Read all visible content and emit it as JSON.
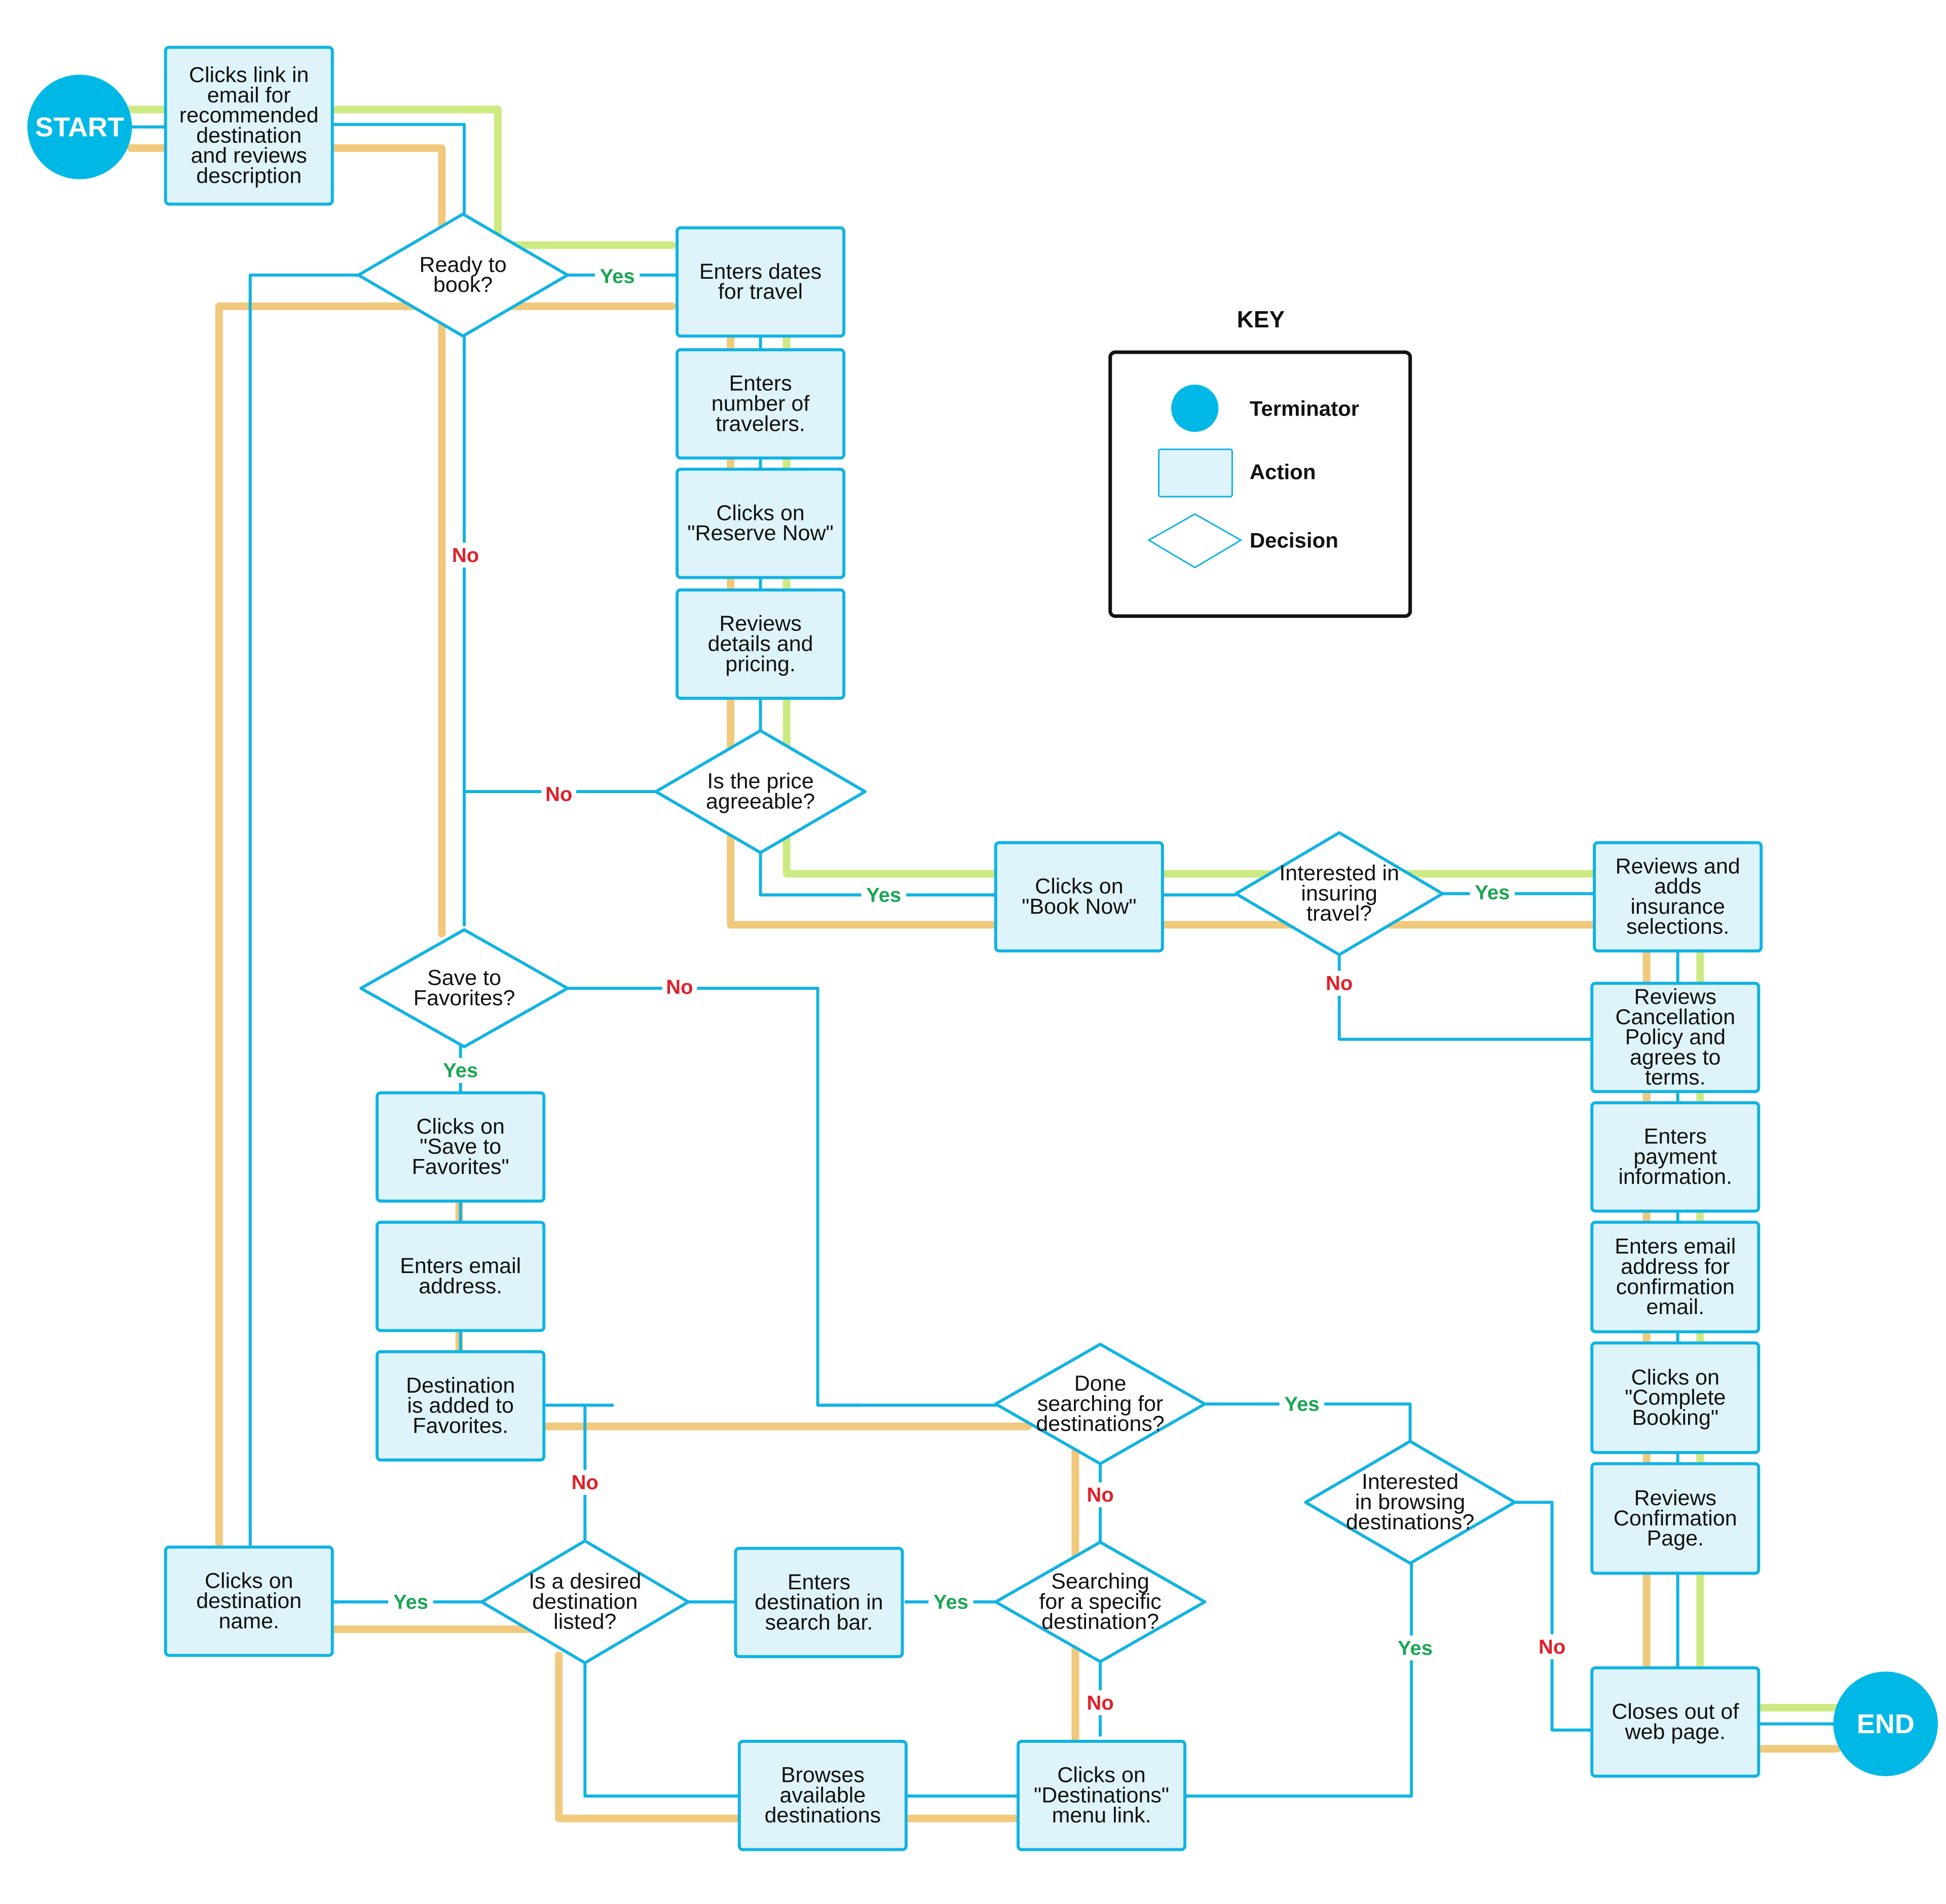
{
  "colors": {
    "flow": "#11b3e3",
    "box_fill": "#dff4fa",
    "terminator": "#00b8e6",
    "path_green": "#cdea82",
    "path_orange": "#f0c97c",
    "label_yes": "#1aa653",
    "label_no": "#e0202a"
  },
  "terminators": {
    "start": "START",
    "end": "END"
  },
  "nodes": {
    "clicks_link": [
      "Clicks link in",
      "email for",
      "recommended",
      "destination",
      "and reviews",
      "description"
    ],
    "ready_to_book": [
      "Ready to",
      "book?"
    ],
    "enters_dates": [
      "Enters dates",
      "for travel"
    ],
    "enters_travelers": [
      "Enters",
      "number of",
      "travelers."
    ],
    "reserve_now": [
      "Clicks on",
      "\"Reserve Now\""
    ],
    "reviews_pricing": [
      "Reviews",
      "details and",
      "pricing."
    ],
    "price_agreeable": [
      "Is the price",
      "agreeable?"
    ],
    "book_now": [
      "Clicks on",
      "\"Book Now\""
    ],
    "insuring_travel": [
      "Interested in",
      "insuring",
      "travel?"
    ],
    "insurance": [
      "Reviews and",
      "adds",
      "insurance",
      "selections."
    ],
    "cancellation": [
      "Reviews",
      "Cancellation",
      "Policy and",
      "agrees to",
      "terms."
    ],
    "payment": [
      "Enters",
      "payment",
      "information."
    ],
    "confirm_email": [
      "Enters email",
      "address for",
      "confirmation",
      "email."
    ],
    "complete_booking": [
      "Clicks on",
      "\"Complete",
      "Booking\""
    ],
    "confirmation_page": [
      "Reviews",
      "Confirmation",
      "Page."
    ],
    "closes_page": [
      "Closes out of",
      "web page."
    ],
    "save_favorites": [
      "Save to",
      "Favorites?"
    ],
    "clicks_save": [
      "Clicks on",
      "\"Save to",
      "Favorites\""
    ],
    "enters_email": [
      "Enters email",
      "address."
    ],
    "added_favorites": [
      "Destination",
      "is added to",
      "Favorites."
    ],
    "done_searching": [
      "Done",
      "searching for",
      "destinations?"
    ],
    "browsing": [
      "Interested",
      "in browsing",
      "destinations?"
    ],
    "searching_specific": [
      "Searching",
      "for a specific",
      "destination?"
    ],
    "enters_search": [
      "Enters",
      "destination in",
      "search bar."
    ],
    "desired_listed": [
      "Is a desired",
      "destination",
      "listed?"
    ],
    "clicks_dest_name": [
      "Clicks on",
      "destination",
      "name."
    ],
    "browses": [
      "Browses",
      "available",
      "destinations"
    ],
    "dest_menu": [
      "Clicks on",
      "\"Destinations\"",
      "menu link."
    ]
  },
  "labels": {
    "yes": "Yes",
    "no": "No"
  },
  "key": {
    "title": "KEY",
    "terminator": "Terminator",
    "action": "Action",
    "decision": "Decision"
  }
}
